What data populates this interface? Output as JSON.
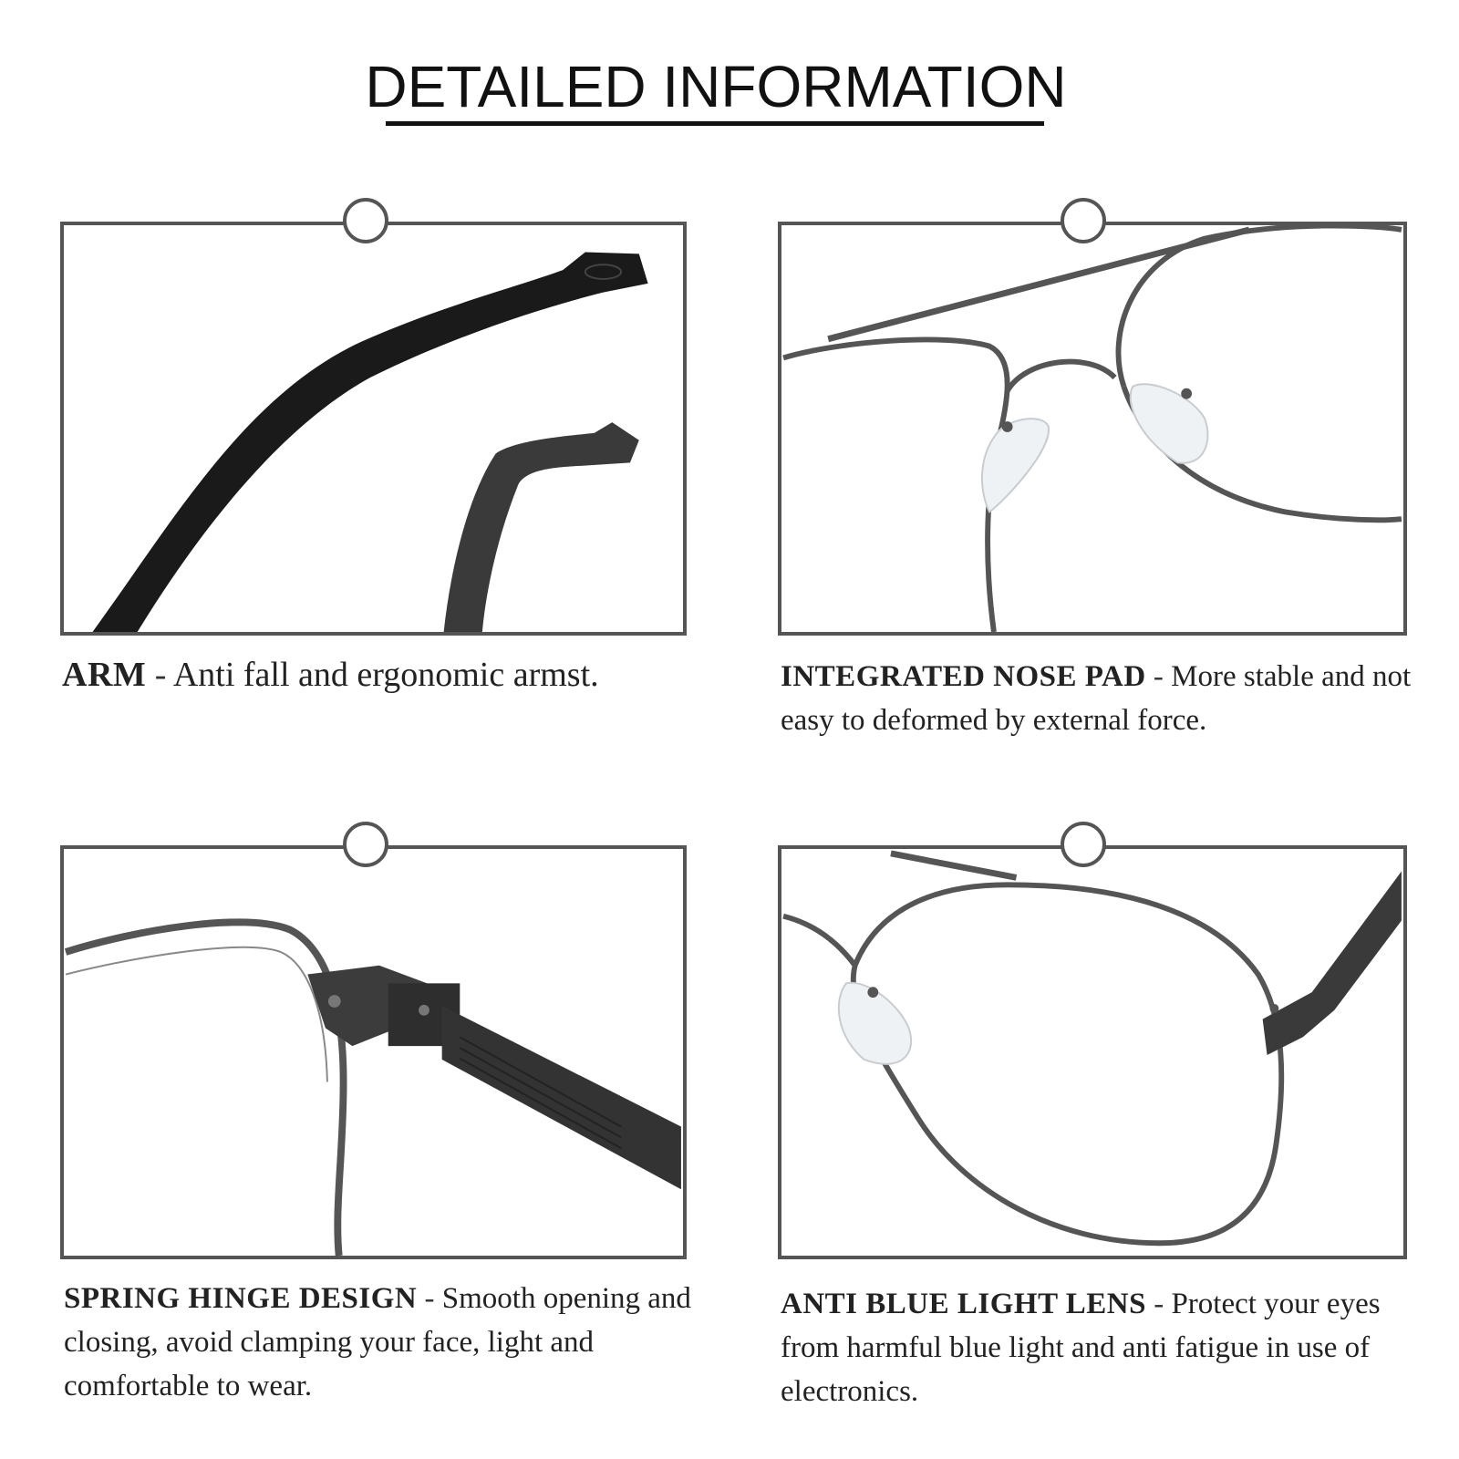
{
  "title": "DETAILED INFORMATION",
  "panels": [
    {
      "id": "arm",
      "lead": "ARM",
      "separator": " -  ",
      "text": "Anti fall and ergonomic armst."
    },
    {
      "id": "nose",
      "lead": "INTEGRATED NOSE PAD",
      "separator": " - ",
      "text": "More stable and not easy to deformed by external force."
    },
    {
      "id": "hinge",
      "lead": "SPRING HINGE DESIGN",
      "separator": " - ",
      "text": "Smooth opening and closing, avoid clamping your face, light and comfortable to wear."
    },
    {
      "id": "lens",
      "lead": "ANTI BLUE LIGHT LENS",
      "separator": " - ",
      "text": "Protect your eyes from harmful blue light and anti fatigue in use of electronics."
    }
  ],
  "colors": {
    "frame": "#555555",
    "metal": "#5a5a5a",
    "arm": "#1a1a1a"
  }
}
